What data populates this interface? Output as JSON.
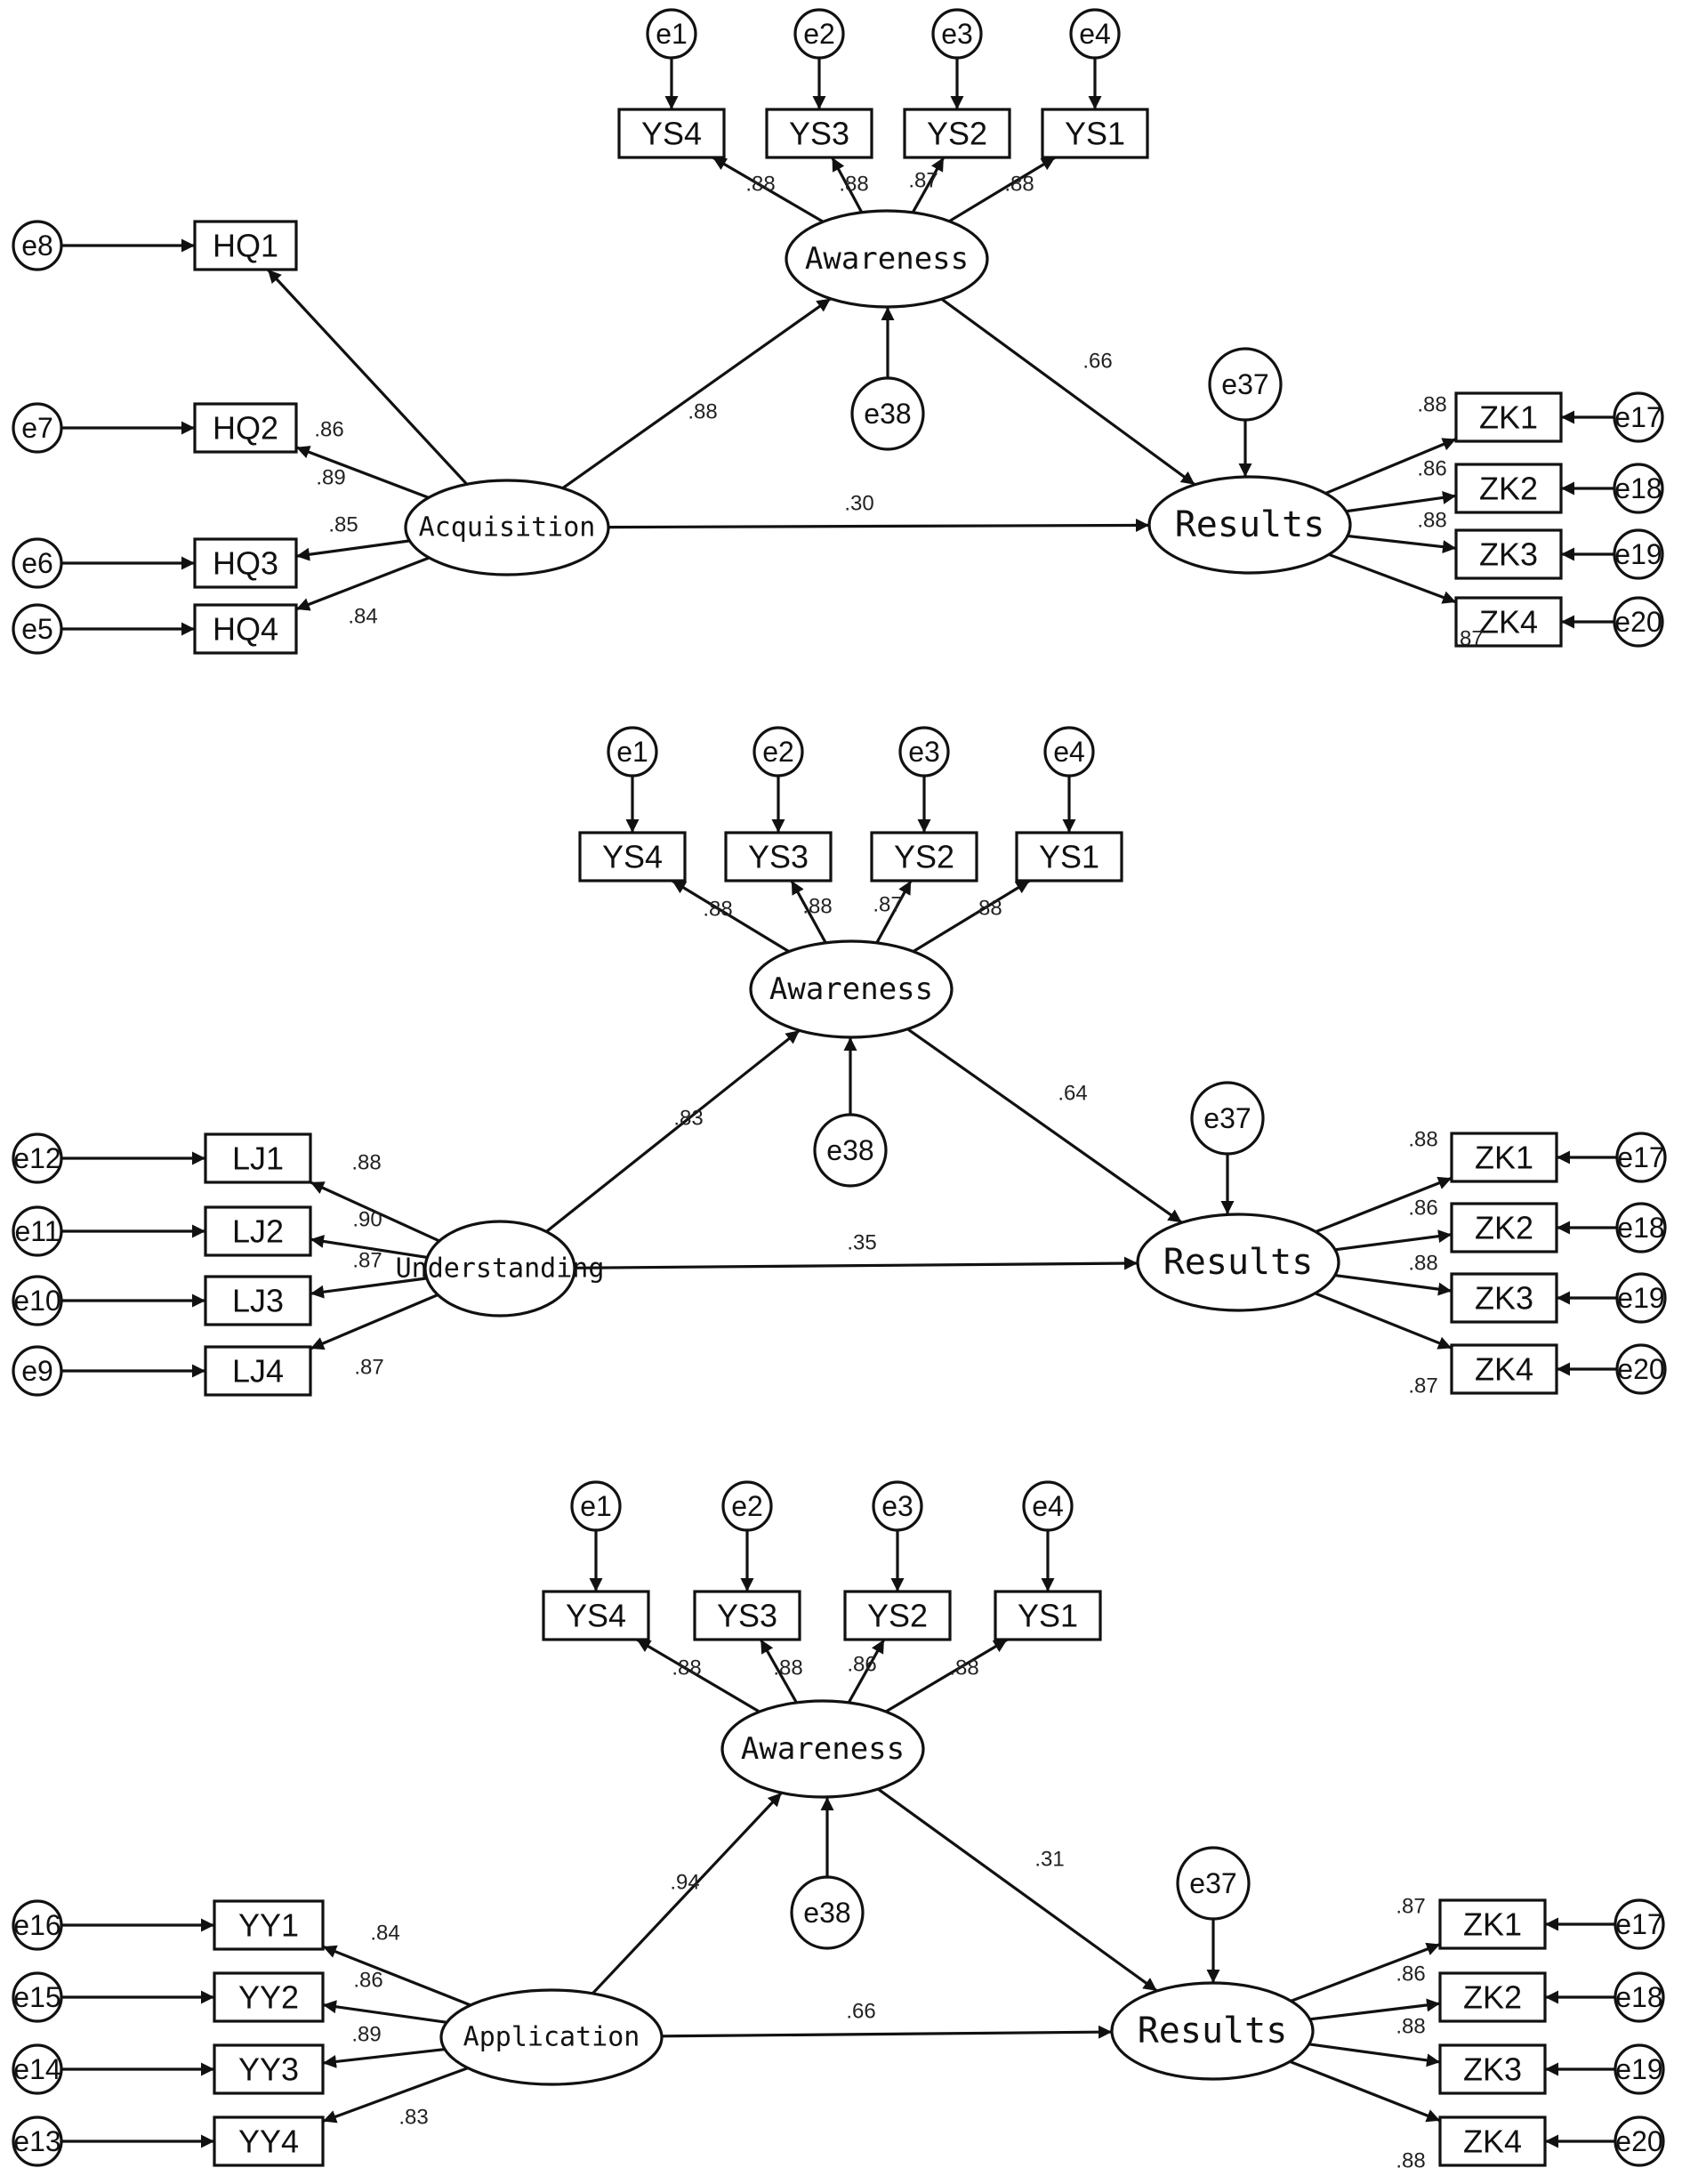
{
  "panels": [
    {
      "latents": {
        "awareness": "Awareness",
        "results": "Results",
        "predictor": "Acquisition"
      },
      "awareness_items": [
        "YS4",
        "YS3",
        "YS2",
        "YS1"
      ],
      "awareness_errors": [
        "e1",
        "e2",
        "e3",
        "e4"
      ],
      "awareness_loadings": [
        ".88",
        ".88",
        ".87",
        ".88"
      ],
      "predictor_items": [
        "HQ1",
        "HQ2",
        "HQ3",
        "HQ4"
      ],
      "predictor_errors": [
        "e8",
        "e7",
        "e6",
        "e5"
      ],
      "predictor_loadings": [
        ".86",
        ".89",
        ".85",
        ".84"
      ],
      "results_items": [
        "ZK1",
        "ZK2",
        "ZK3",
        "ZK4"
      ],
      "results_errors": [
        "e17",
        "e18",
        "e19",
        "e20"
      ],
      "results_loadings": [
        ".88",
        ".86",
        ".88",
        ".87"
      ],
      "disturbances": {
        "awareness": "e38",
        "results": "e37"
      },
      "paths": {
        "predictor_to_awareness": ".88",
        "awareness_to_results": ".66",
        "predictor_to_results": ".30"
      }
    },
    {
      "latents": {
        "awareness": "Awareness",
        "results": "Results",
        "predictor": "Understanding"
      },
      "awareness_items": [
        "YS4",
        "YS3",
        "YS2",
        "YS1"
      ],
      "awareness_errors": [
        "e1",
        "e2",
        "e3",
        "e4"
      ],
      "awareness_loadings": [
        ".88",
        ".88",
        ".87",
        ".88"
      ],
      "predictor_items": [
        "LJ1",
        "LJ2",
        "LJ3",
        "LJ4"
      ],
      "predictor_errors": [
        "e12",
        "e11",
        "e10",
        "e9"
      ],
      "predictor_loadings": [
        ".88",
        ".90",
        ".87",
        ".87"
      ],
      "results_items": [
        "ZK1",
        "ZK2",
        "ZK3",
        "ZK4"
      ],
      "results_errors": [
        "e17",
        "e18",
        "e19",
        "e20"
      ],
      "results_loadings": [
        ".88",
        ".86",
        ".88",
        ".87"
      ],
      "disturbances": {
        "awareness": "e38",
        "results": "e37"
      },
      "paths": {
        "predictor_to_awareness": ".83",
        "awareness_to_results": ".64",
        "predictor_to_results": ".35"
      }
    },
    {
      "latents": {
        "awareness": "Awareness",
        "results": "Results",
        "predictor": "Application"
      },
      "awareness_items": [
        "YS4",
        "YS3",
        "YS2",
        "YS1"
      ],
      "awareness_errors": [
        "e1",
        "e2",
        "e3",
        "e4"
      ],
      "awareness_loadings": [
        ".88",
        ".88",
        ".86",
        ".88"
      ],
      "predictor_items": [
        "YY1",
        "YY2",
        "YY3",
        "YY4"
      ],
      "predictor_errors": [
        "e16",
        "e15",
        "e14",
        "e13"
      ],
      "predictor_loadings": [
        ".84",
        ".86",
        ".89",
        ".83"
      ],
      "results_items": [
        "ZK1",
        "ZK2",
        "ZK3",
        "ZK4"
      ],
      "results_errors": [
        "e17",
        "e18",
        "e19",
        "e20"
      ],
      "results_loadings": [
        ".87",
        ".86",
        ".88",
        ".88"
      ],
      "disturbances": {
        "awareness": "e38",
        "results": "e37"
      },
      "paths": {
        "predictor_to_awareness": ".94",
        "awareness_to_results": ".31",
        "predictor_to_results": ".66"
      }
    }
  ]
}
